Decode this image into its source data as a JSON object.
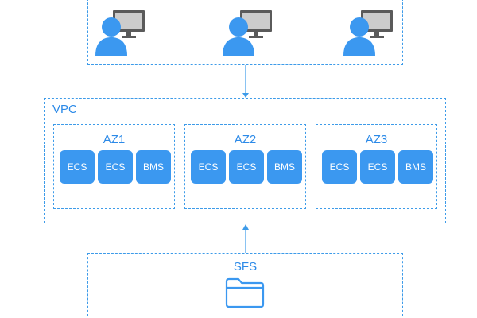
{
  "vpc": {
    "label": "VPC",
    "zones": [
      {
        "name": "AZ1",
        "nodes": [
          "ECS",
          "ECS",
          "BMS"
        ]
      },
      {
        "name": "AZ2",
        "nodes": [
          "ECS",
          "ECS",
          "BMS"
        ]
      },
      {
        "name": "AZ3",
        "nodes": [
          "ECS",
          "ECS",
          "BMS"
        ]
      }
    ]
  },
  "storage": {
    "label": "SFS",
    "icon": "folder-icon"
  },
  "users": {
    "icon": "user-computer-icon",
    "count": 3
  },
  "colors": {
    "accent": "#3b98f0",
    "text": "#2c8ae8",
    "border": "#3d9be9",
    "monitor": "#5a5a5a"
  }
}
